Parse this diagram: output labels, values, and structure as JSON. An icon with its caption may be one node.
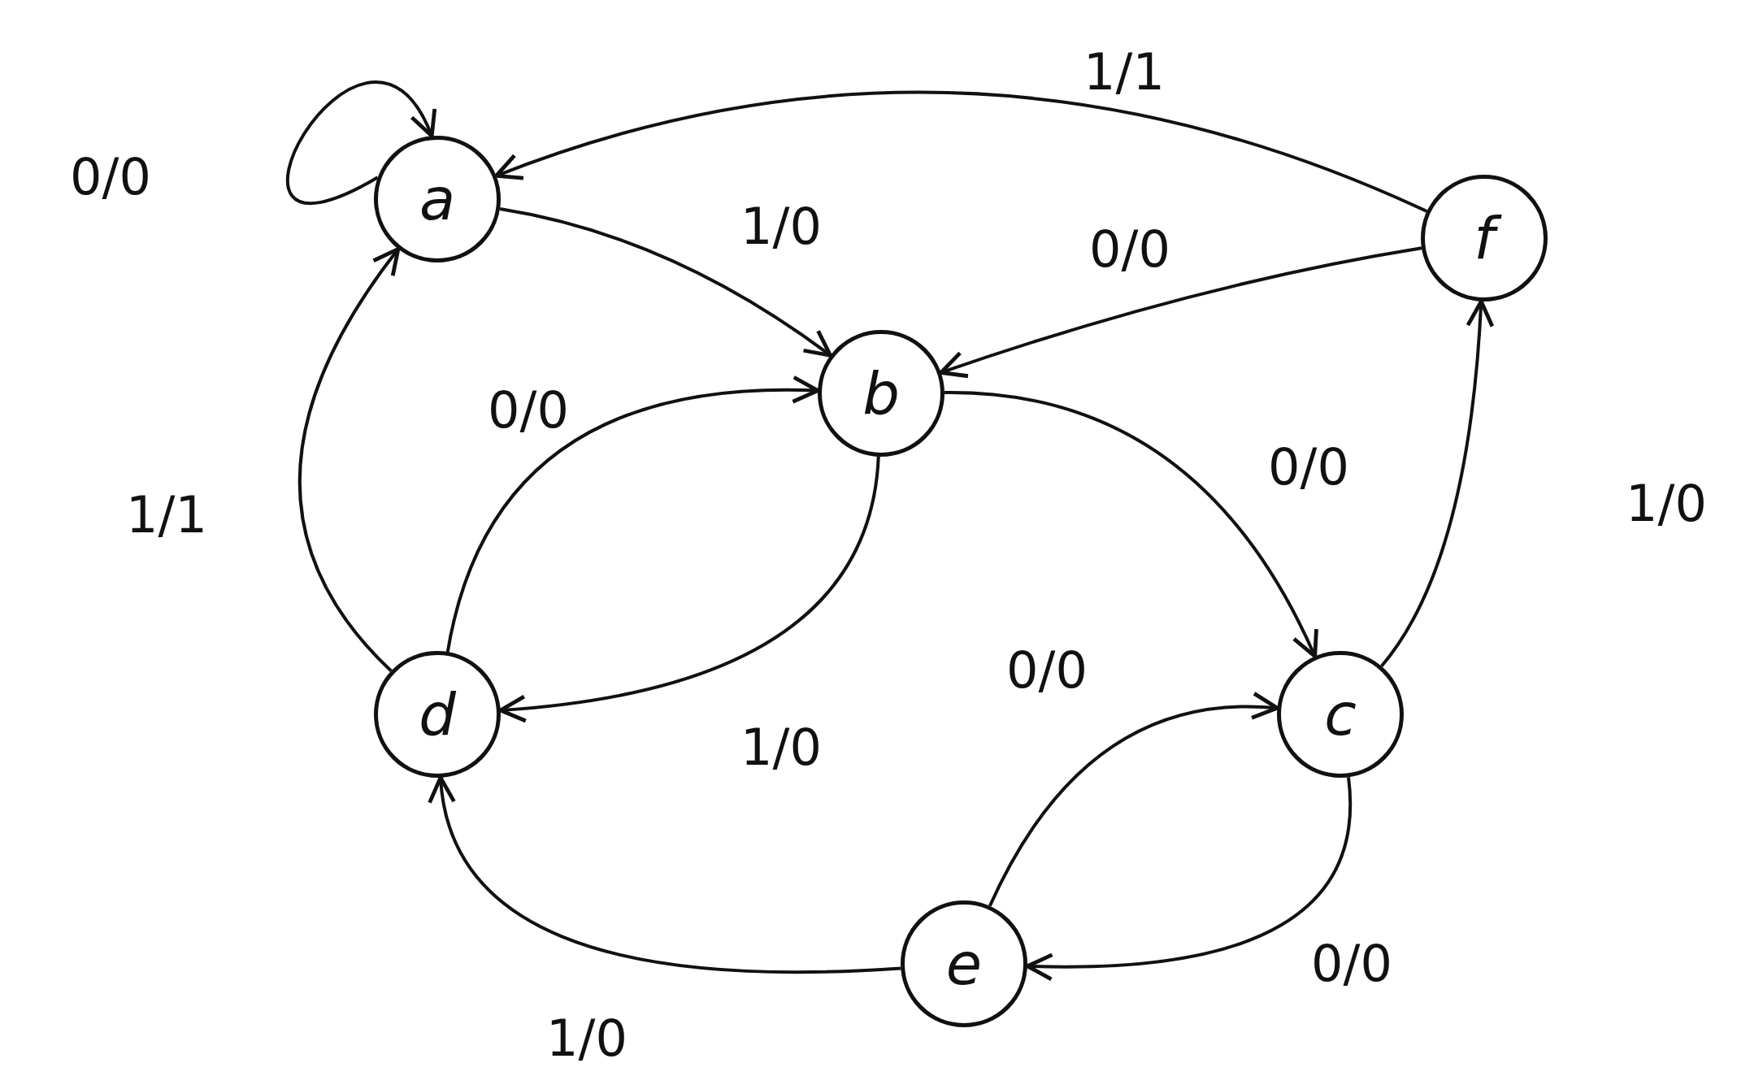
{
  "diagram": {
    "nodes": [
      {
        "text": [
          "a"
        ]
      },
      {
        "text": [
          "b"
        ]
      },
      {
        "text": [
          "f"
        ]
      },
      {
        "text": [
          "d"
        ]
      },
      {
        "text": [
          "c"
        ]
      },
      {
        "text": [
          "e"
        ]
      }
    ],
    "edges": [
      {
        "from": 0,
        "to": 0,
        "arrow": "to",
        "label": "0/0"
      },
      {
        "from": 2,
        "to": 0,
        "arrow": "to",
        "label": "1/1"
      },
      {
        "from": 0,
        "to": 1,
        "arrow": "to",
        "label": "1/0"
      },
      {
        "from": 2,
        "to": 1,
        "arrow": "to",
        "label": "0/0"
      },
      {
        "from": 3,
        "to": 1,
        "arrow": "to",
        "label": "0/0"
      },
      {
        "from": 1,
        "to": 3,
        "arrow": "to",
        "label": "1/0"
      },
      {
        "from": 3,
        "to": 0,
        "arrow": "to",
        "label": "1/1"
      },
      {
        "from": 1,
        "to": 4,
        "arrow": "to",
        "label": "0/0"
      },
      {
        "from": 4,
        "to": 2,
        "arrow": "to",
        "label": "1/0"
      },
      {
        "from": 5,
        "to": 4,
        "arrow": "to",
        "label": "0/0"
      },
      {
        "from": 4,
        "to": 5,
        "arrow": "to",
        "label": "0/0"
      },
      {
        "from": 5,
        "to": 3,
        "arrow": "to",
        "label": "1/0"
      }
    ]
  }
}
